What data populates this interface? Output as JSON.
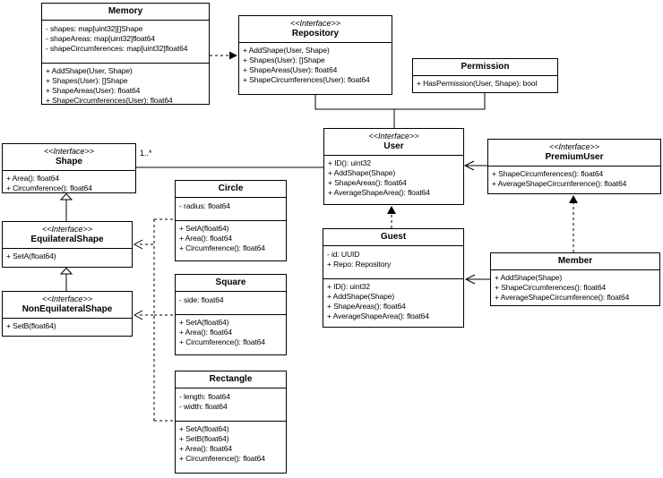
{
  "labels": {
    "shape_user_multiplicity": "1..*"
  },
  "colors": {
    "line": "#000000",
    "box_border": "#000000",
    "box_fill": "#ffffff",
    "background": "#ffffff",
    "text": "#000000"
  },
  "classes": {
    "memory": {
      "name": "Memory",
      "attributes": [
        "- shapes: map[uint32][]Shape",
        "- shapeAreas: map[uint32]float64",
        "- shapeCircumferences: map[uint32]float64"
      ],
      "methods": [
        "+ AddShape(User, Shape)",
        "+ Shapes(User): []Shape",
        "+ ShapeAreas(User): float64",
        "+ ShapeCircumferences(User): float64"
      ]
    },
    "repository": {
      "stereotype": "<<Interface>>",
      "name": "Repository",
      "methods": [
        "+ AddShape(User, Shape)",
        "+ Shapes(User): []Shape",
        "+ ShapeAreas(User): float64",
        "+ ShapeCircumferences(User): float64"
      ]
    },
    "permission": {
      "name": "Permission",
      "methods": [
        "+ HasPermission(User, Shape): bool"
      ]
    },
    "user": {
      "stereotype": "<<Interface>>",
      "name": "User",
      "methods": [
        "+ ID(): uint32",
        "+ AddShape(Shape)",
        "+ ShapeAreas(): float64",
        "+ AverageShapeArea(): float64"
      ]
    },
    "premiumUser": {
      "stereotype": "<<Interface>>",
      "name": "PremiumUser",
      "methods": [
        "+ ShapeCircumferences(): float64",
        "+ AverageShapeCircumference(): float64"
      ]
    },
    "shape": {
      "stereotype": "<<Interface>>",
      "name": "Shape",
      "methods": [
        "+ Area(): float64",
        "+ Circumference(): float64"
      ]
    },
    "equilateralShape": {
      "stereotype": "<<Interface>>",
      "name": "EquilateralShape",
      "methods": [
        "+ SetA(float64)"
      ]
    },
    "nonEquilateralShape": {
      "stereotype": "<<Interface>>",
      "name": "NonEquilateralShape",
      "methods": [
        "+ SetB(float64)"
      ]
    },
    "circle": {
      "name": "Circle",
      "attributes": [
        "- radius: float64"
      ],
      "methods": [
        "+ SetA(float64)",
        "+ Area(): float64",
        "+ Circumference(): float64"
      ]
    },
    "square": {
      "name": "Square",
      "attributes": [
        "- side: float64"
      ],
      "methods": [
        "+ SetA(float64)",
        "+ Area(): float64",
        "+ Circumference(): float64"
      ]
    },
    "rectangle": {
      "name": "Rectangle",
      "attributes": [
        "- length: float64",
        "- width: float64"
      ],
      "methods": [
        "+ SetA(float64)",
        "+ SetB(float64)",
        "+ Area(): float64",
        "+ Circumference(): float64"
      ]
    },
    "guest": {
      "name": "Guest",
      "attributes": [
        "- id: UUID",
        "+ Repo: Repository"
      ],
      "methods": [
        "+ ID(): uint32",
        "+ AddShape(Shape)",
        "+ ShapeAreas(): float64",
        "+ AverageShapeArea(): float64"
      ]
    },
    "member": {
      "name": "Member",
      "methods": [
        "+ AddShape(Shape)",
        "+ ShapeCircumferences(): float64",
        "+ AverageShapeCircumference(): float64"
      ]
    }
  }
}
